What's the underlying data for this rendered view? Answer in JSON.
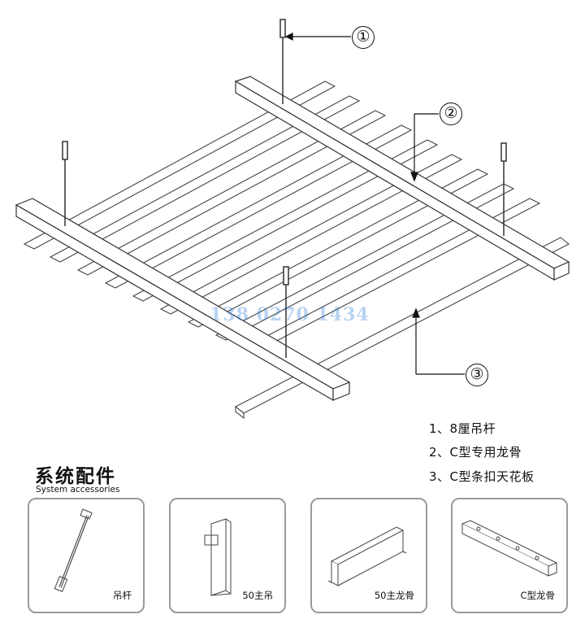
{
  "callouts": [
    {
      "number": "①"
    },
    {
      "number": "②"
    },
    {
      "number": "③"
    }
  ],
  "legend": [
    {
      "text": "1、8厘吊杆"
    },
    {
      "text": "2、C型专用龙骨"
    },
    {
      "text": "3、C型条扣天花板"
    }
  ],
  "watermark": "138 0270 1434",
  "accessories": {
    "title": "系统配件",
    "subtitle": "System accessories",
    "items": [
      {
        "label": "吊杆",
        "icon": "hanger-rod-icon"
      },
      {
        "label": "50主吊",
        "icon": "main-hanger-icon"
      },
      {
        "label": "50主龙骨",
        "icon": "main-keel-icon"
      },
      {
        "label": "C型龙骨",
        "icon": "c-keel-icon"
      }
    ]
  }
}
